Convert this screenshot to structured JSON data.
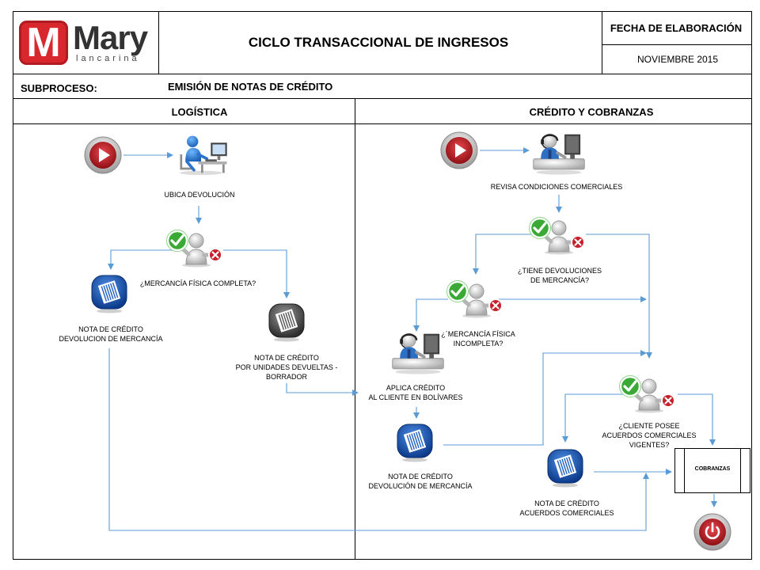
{
  "brand": {
    "name": "Mary",
    "tagline": "lancarina",
    "initial": "M"
  },
  "header": {
    "title": "CICLO TRANSACCIONAL  DE INGRESOS",
    "date_label": "FECHA DE ELABORACIÓN",
    "date_value": "NOVIEMBRE 2015"
  },
  "subprocess": {
    "label": "SUBPROCESO:",
    "value": "EMISIÓN DE NOTAS DE CRÉDITO"
  },
  "lanes": {
    "left": "LOGÍSTICA",
    "right": "CRÉDITO Y COBRANZAS"
  },
  "steps": {
    "ubica": "UBICA DEVOLUCIÓN",
    "mercancia_completa": "¿MERCANCÍA FÍSICA COMPLETA?",
    "nota_devolucion_left": "NOTA DE CRÉDITO\nDEVOLUCION DE MERCANCÍA",
    "nota_borrador": "NOTA DE CRÉDITO\nPOR UNIDADES DEVUELTAS -\nBORRADOR",
    "revisa": "REVISA CONDICIONES COMERCIALES",
    "tiene_devoluciones": "¿TIENE DEVOLUCIONES\nDE MERCANCÍA?",
    "mercancia_incompleta": "¿´MERCANCÍA FÍSICA\nINCOMPLETA?",
    "aplica_credito": "APLICA CRÉDITO\nAL CLIENTE EN BOLÍVARES",
    "nota_devolucion_right": "NOTA DE CRÉDITO\nDEVOLUCIÓN DE MERCANCÍA",
    "acuerdos_vigentes": "¿CLIENTE POSEE\nACUERDOS COMERCIALES\nVIGENTES?",
    "nota_acuerdos": "NOTA DE CRÉDITO\nACUERDOS COMERCIALES",
    "cobranzas": "COBRANZAS"
  },
  "colors": {
    "arrow": "#5b9bd5",
    "brand_red": "#d9272e",
    "doc_blue": "#1f5fbf",
    "check_green": "#3aa935",
    "stop_red": "#d9272e"
  }
}
